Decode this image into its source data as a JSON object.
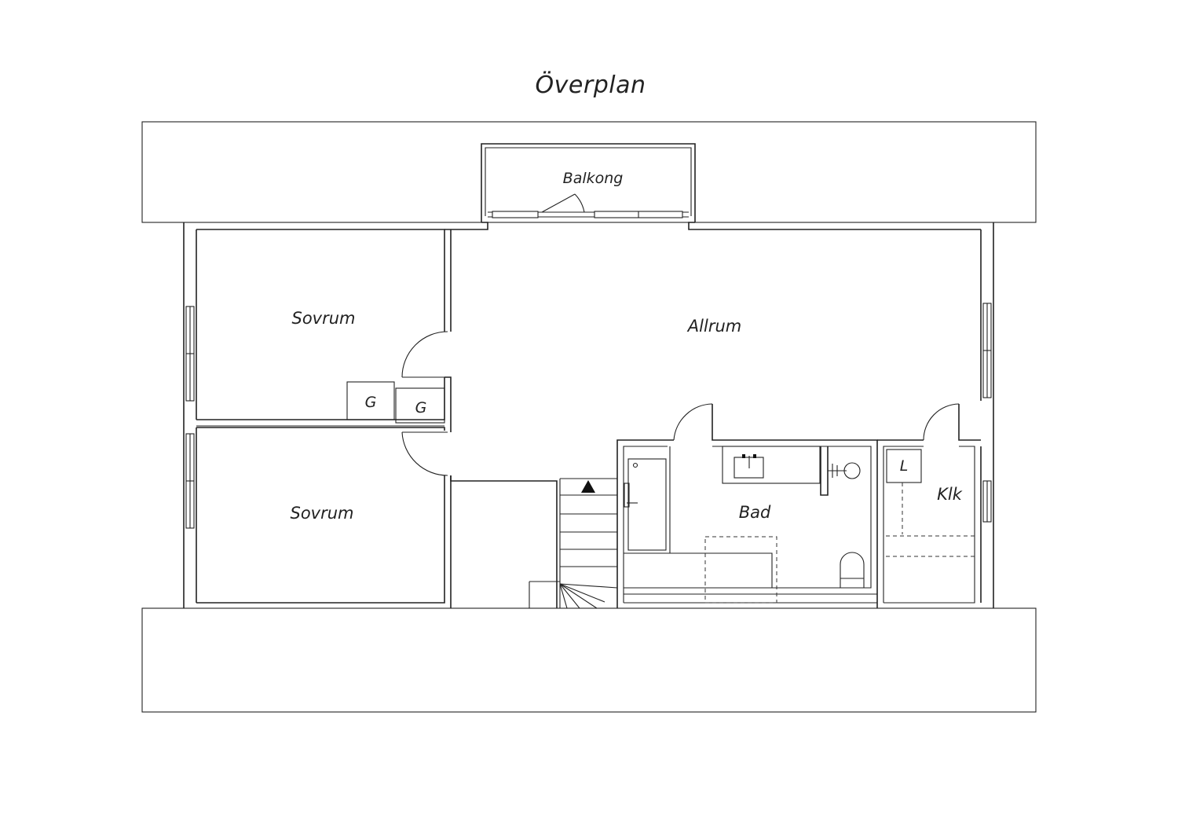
{
  "plan": {
    "title": "Överplan"
  },
  "rooms": {
    "balcony": "Balkong",
    "bedroom_top": "Sovrum",
    "bedroom_bottom": "Sovrum",
    "family_room": "Allrum",
    "bathroom": "Bad",
    "walk_in_closet": "Klk"
  },
  "fixtures": {
    "wardrobe_1": "G",
    "wardrobe_2": "G",
    "linen": "L"
  },
  "icons": {
    "stair_direction": "arrow-up-icon"
  },
  "colors": {
    "line": "#222222",
    "background": "#ffffff"
  }
}
